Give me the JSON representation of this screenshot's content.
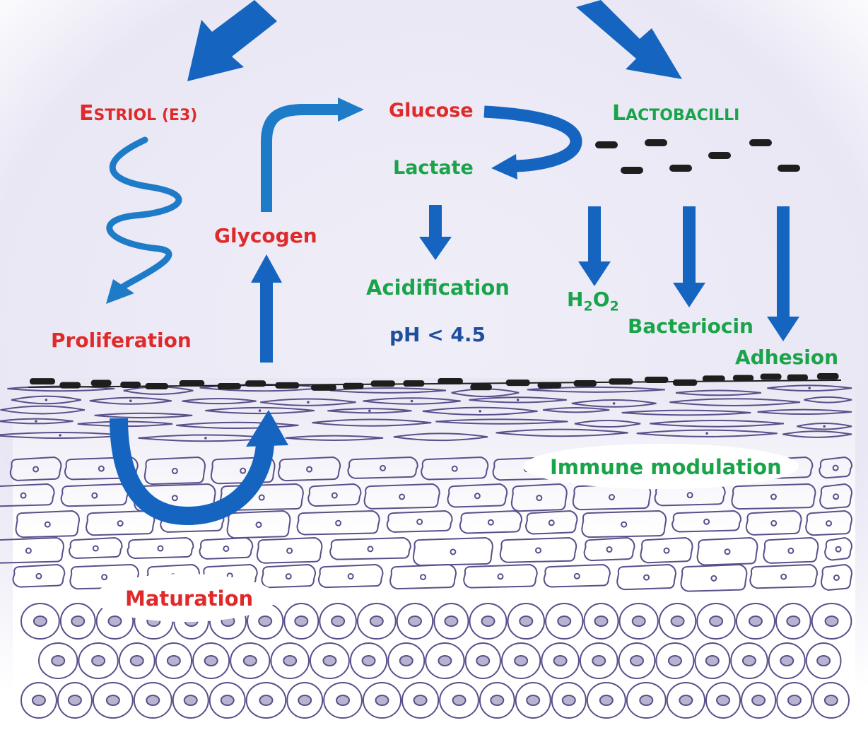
{
  "colors": {
    "red": "#e02a2a",
    "green": "#1aa44a",
    "arrow_blue": "#1565c0",
    "text_blue": "#1f4f9c",
    "background": "#eae8f5",
    "cell_outline": "#5a4f8a",
    "bacteria": "#1e1e1e"
  },
  "labels": {
    "estriol_initial": "E",
    "estriol_rest": "STRIOL (E3)",
    "lactobacilli_initial": "L",
    "lactobacilli_rest": "ACTOBACILLI",
    "glucose": "Glucose",
    "lactate": "Lactate",
    "glycogen": "Glycogen",
    "proliferation": "Proliferation",
    "acidification": "Acidification",
    "ph": "pH < 4.5",
    "h2o2_h": "H",
    "h2o2_2a": "2",
    "h2o2_o": "O",
    "h2o2_2b": "2",
    "bacteriocin": "Bacteriocin",
    "adhesion": "Adhesion",
    "immune_modulation": "Immune modulation",
    "maturation": "Maturation"
  },
  "icons": [
    "arrow-down-left-icon",
    "arrow-down-right-icon",
    "squiggle-arrow-icon",
    "up-arrow-icon",
    "curved-arrow-icon",
    "u-turn-arrow-icon",
    "bacteria-rod-icon"
  ]
}
